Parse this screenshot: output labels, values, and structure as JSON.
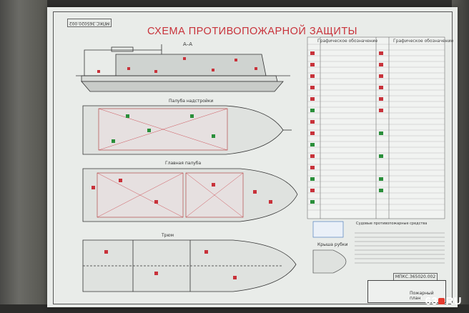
{
  "poster": {
    "title": "СХЕМА ПРОТИВОПОЖАРНОЙ ЗАЩИТЫ",
    "code_top": "МПКС.365020.002",
    "code_bottom": "МПКС.365020.002",
    "section_a": "А–А",
    "deck_upper": "Палуба надстройки",
    "deck_main": "Главная палуба",
    "deck_hold": "Трюм",
    "wheelhouse": "Крыша рубки",
    "legend_title_left": "Графическое обозначение",
    "legend_title_right": "Графическое обозначение",
    "specs_title": "Судовые противопожарные средства",
    "titleblock_text": "Пожарный план"
  },
  "watermark": {
    "text_a": "63",
    "text_b": "RU"
  },
  "colors": {
    "title_red": "#c8323a",
    "logo_red": "#e53a2e"
  }
}
